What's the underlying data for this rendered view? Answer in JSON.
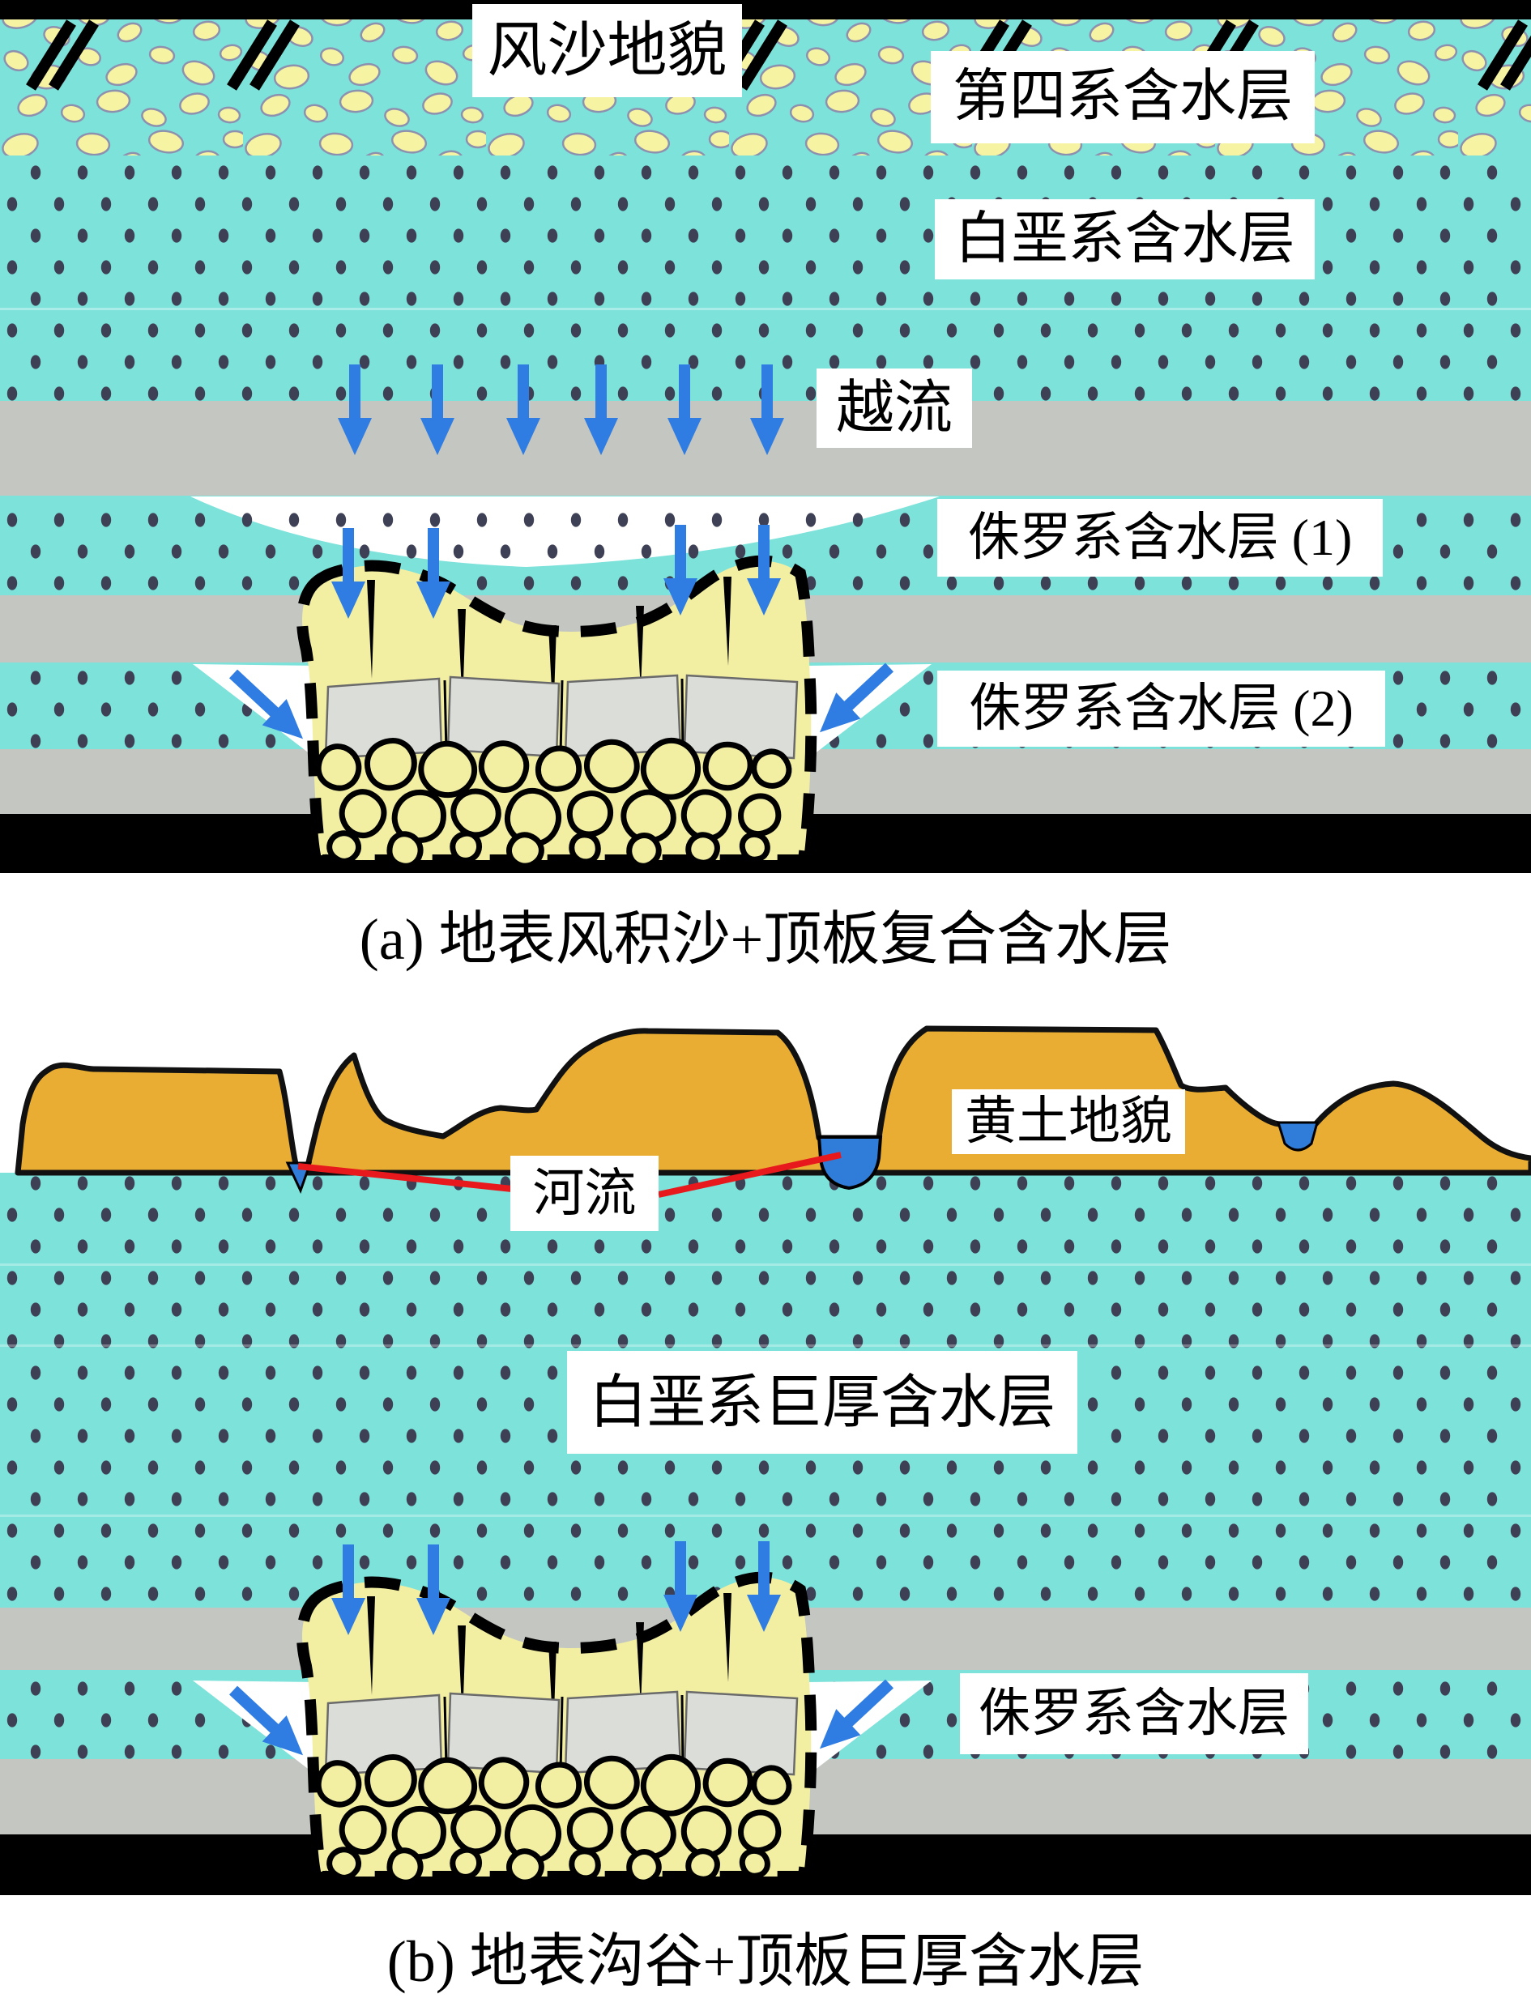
{
  "figure": {
    "type": "geological-cross-section-schematic",
    "panel_a": {
      "labels": {
        "landform": "风沙地貌",
        "quaternary_aquifer": "第四系含水层",
        "cretaceous_aquifer": "白垩系含水层",
        "leakage": "越流",
        "jurassic_aquifer_1": "侏罗系含水层 (1)",
        "jurassic_aquifer_2": "侏罗系含水层 (2)"
      },
      "caption": "(a) 地表风积沙+顶板复合含水层"
    },
    "panel_b": {
      "labels": {
        "landform": "黄土地貌",
        "river": "河流",
        "cretaceous_thick_aquifer": "白垩系巨厚含水层",
        "jurassic_aquifer": "侏罗系含水层"
      },
      "caption": "(b) 地表沟谷+顶板巨厚含水层"
    },
    "colors": {
      "aquifer_teal": "#7de2da",
      "dot_dark": "#3e4156",
      "aquitard_gray": "#c3c6c1",
      "caved_zone_yellow": "#f2efa3",
      "pebble_yellow": "#f6f3a2",
      "loess_orange": "#e9ad33",
      "water_blue": "#2f7dd9",
      "arrow_blue": "#2f7ce2",
      "leader_red": "#e8191c",
      "coal_black": "#000000"
    }
  }
}
